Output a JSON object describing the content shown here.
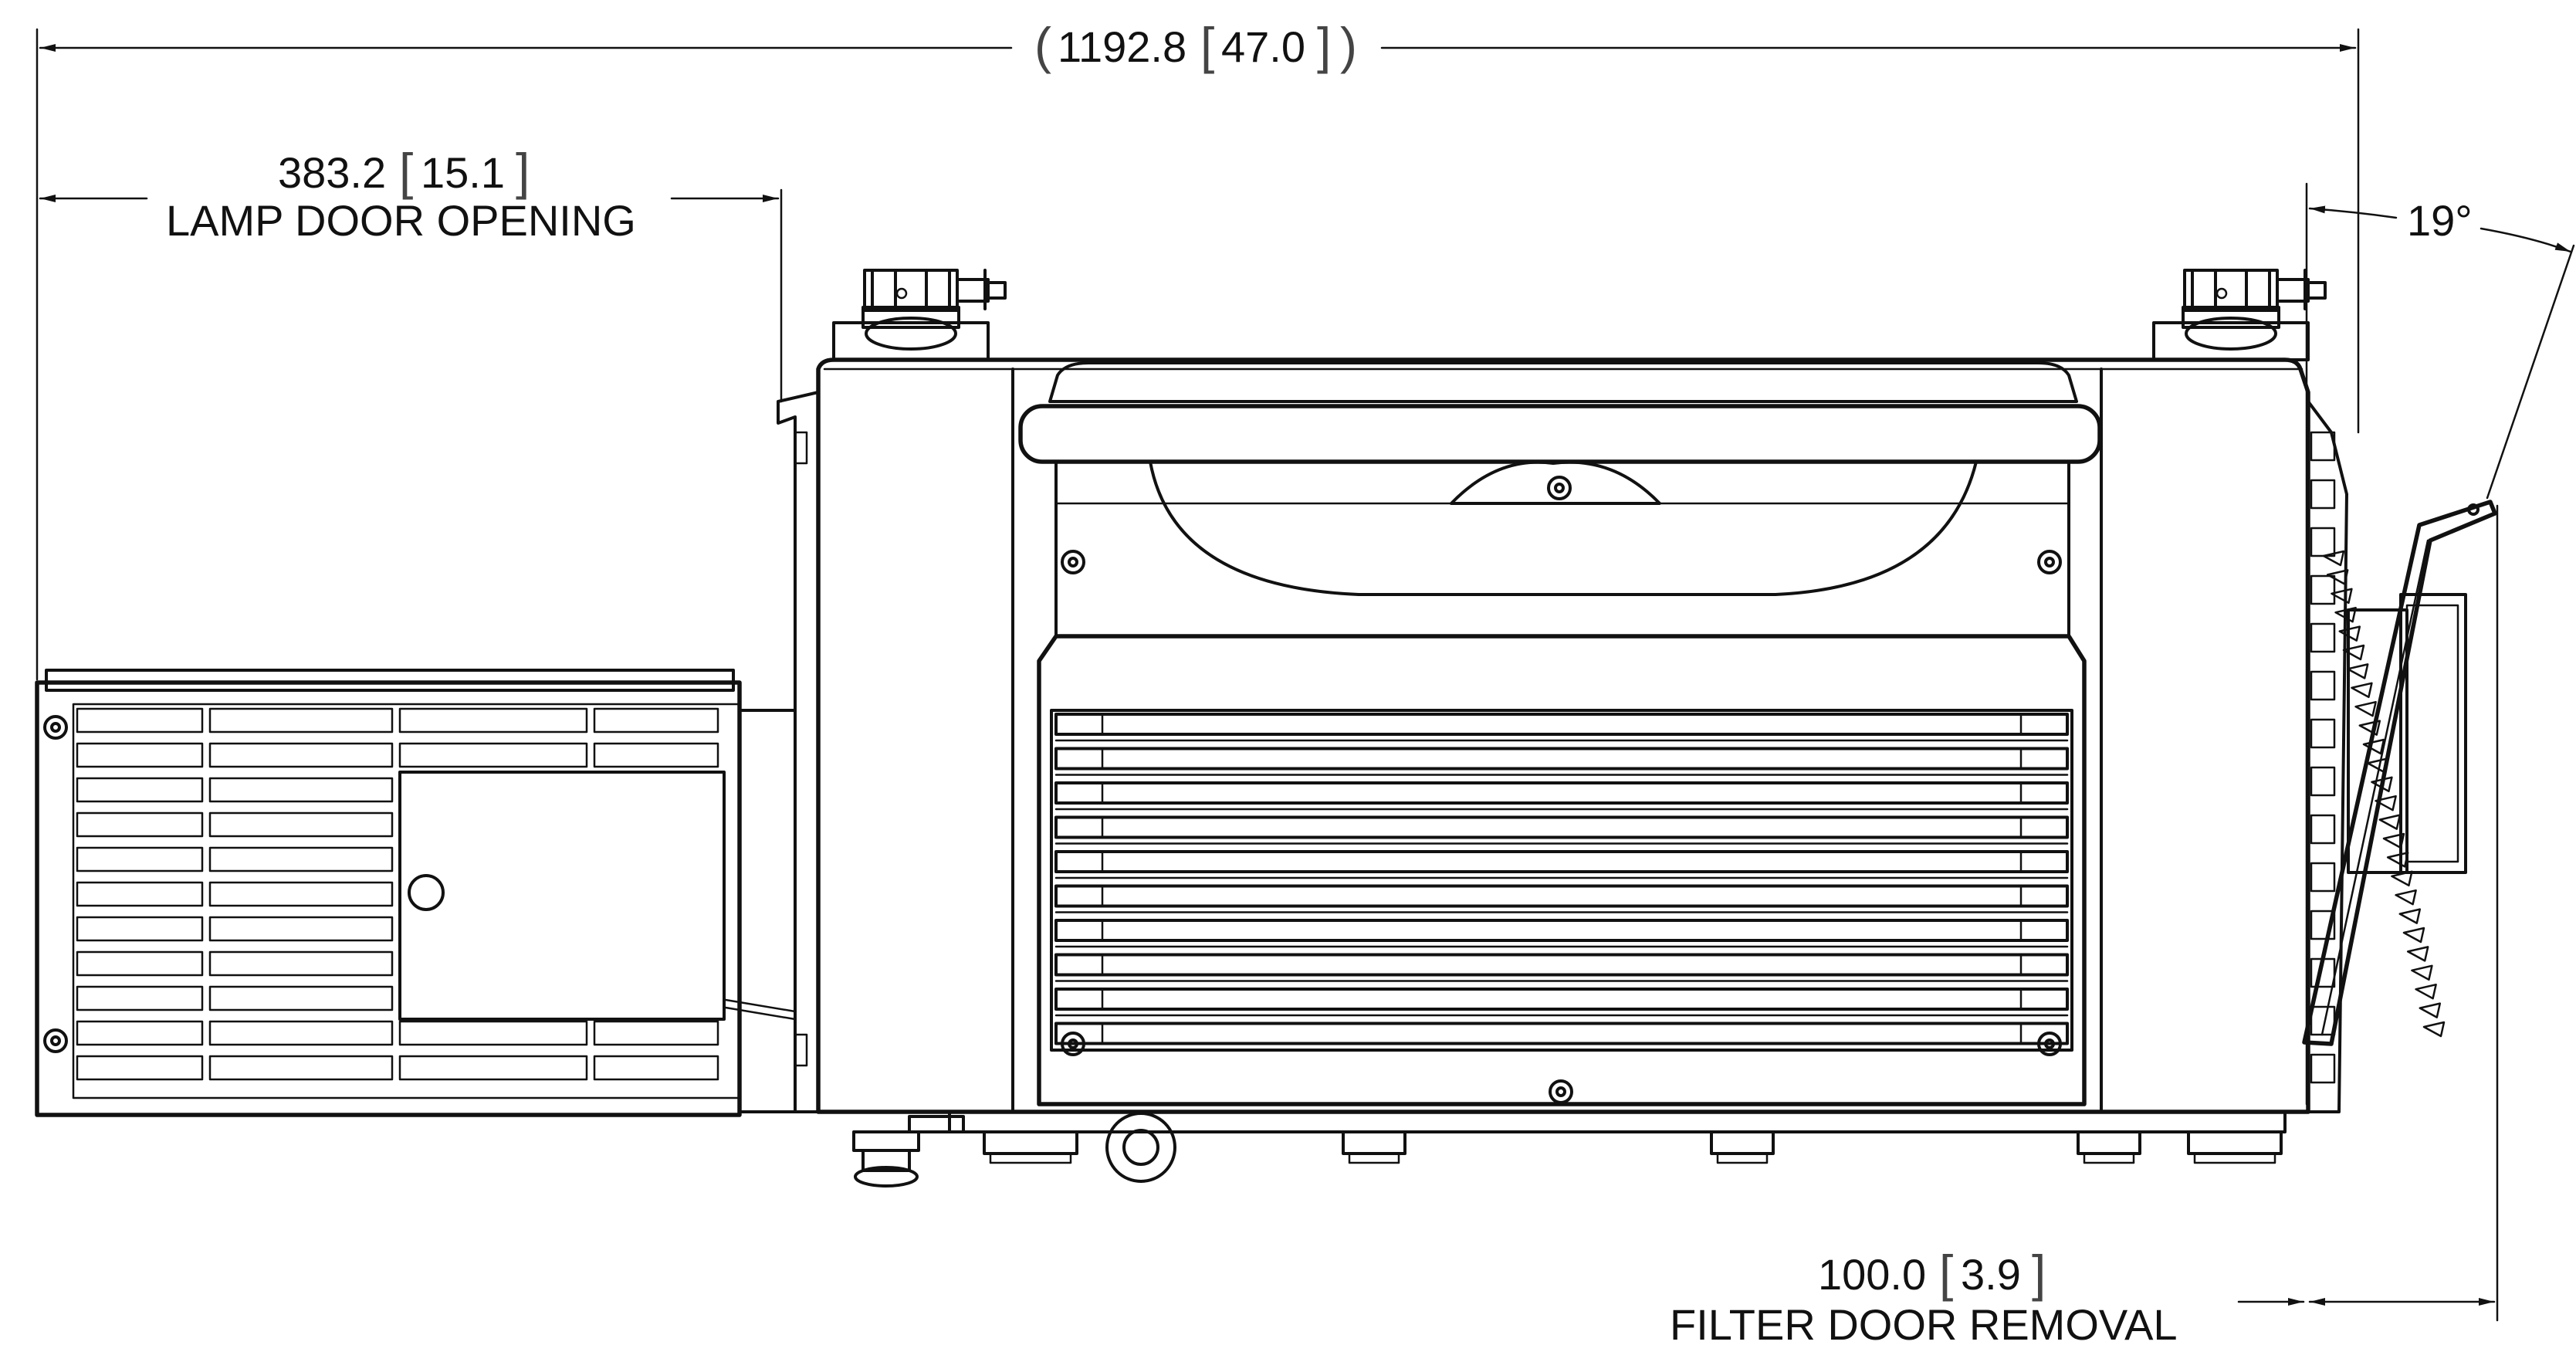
{
  "dimensions": {
    "overall": {
      "value": "1192.8",
      "inches": "47.0"
    },
    "lamp_door": {
      "value": "383.2",
      "inches": "15.1",
      "caption": "LAMP DOOR OPENING"
    },
    "angle": {
      "value": "19°"
    },
    "filter_door": {
      "value": "100.0",
      "inches": "3.9",
      "caption": "FILTER DOOR REMOVAL"
    }
  },
  "colors": {
    "line": "#111111",
    "background": "#ffffff"
  }
}
